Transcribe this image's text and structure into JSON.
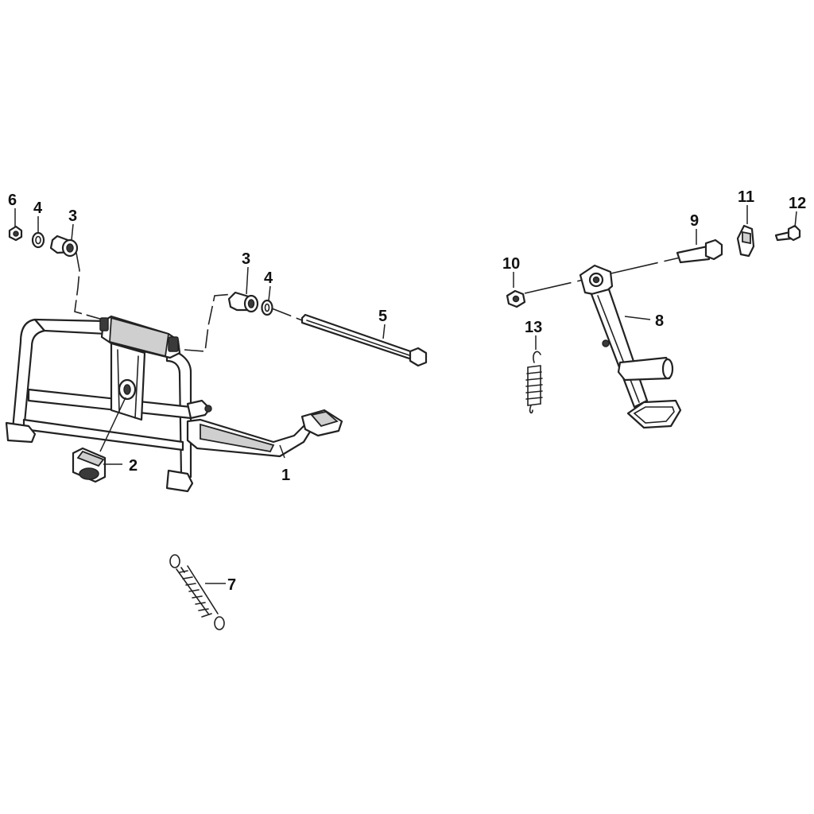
{
  "callouts": {
    "c1": "1",
    "c2": "2",
    "c3a": "3",
    "c3b": "3",
    "c4a": "4",
    "c4b": "4",
    "c5": "5",
    "c6": "6",
    "c7": "7",
    "c8": "8",
    "c9": "9",
    "c10": "10",
    "c11": "11",
    "c12": "12",
    "c13": "13"
  }
}
